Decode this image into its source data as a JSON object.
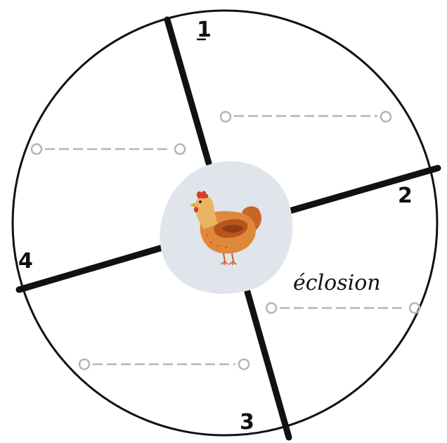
{
  "segments": [
    {
      "number": "1"
    },
    {
      "number": "2"
    },
    {
      "number": "3"
    },
    {
      "number": "4"
    }
  ],
  "center_illustration": "hen-icon",
  "label": "éclosion",
  "colors": {
    "outline": "#111111",
    "center_blob": "#dfe5eb",
    "writing_line": "#b5b5b5",
    "hen_body": "#e0883a",
    "hen_wing": "#b7551f",
    "hen_head": "#e9b565",
    "hen_comb": "#d83a2e"
  }
}
